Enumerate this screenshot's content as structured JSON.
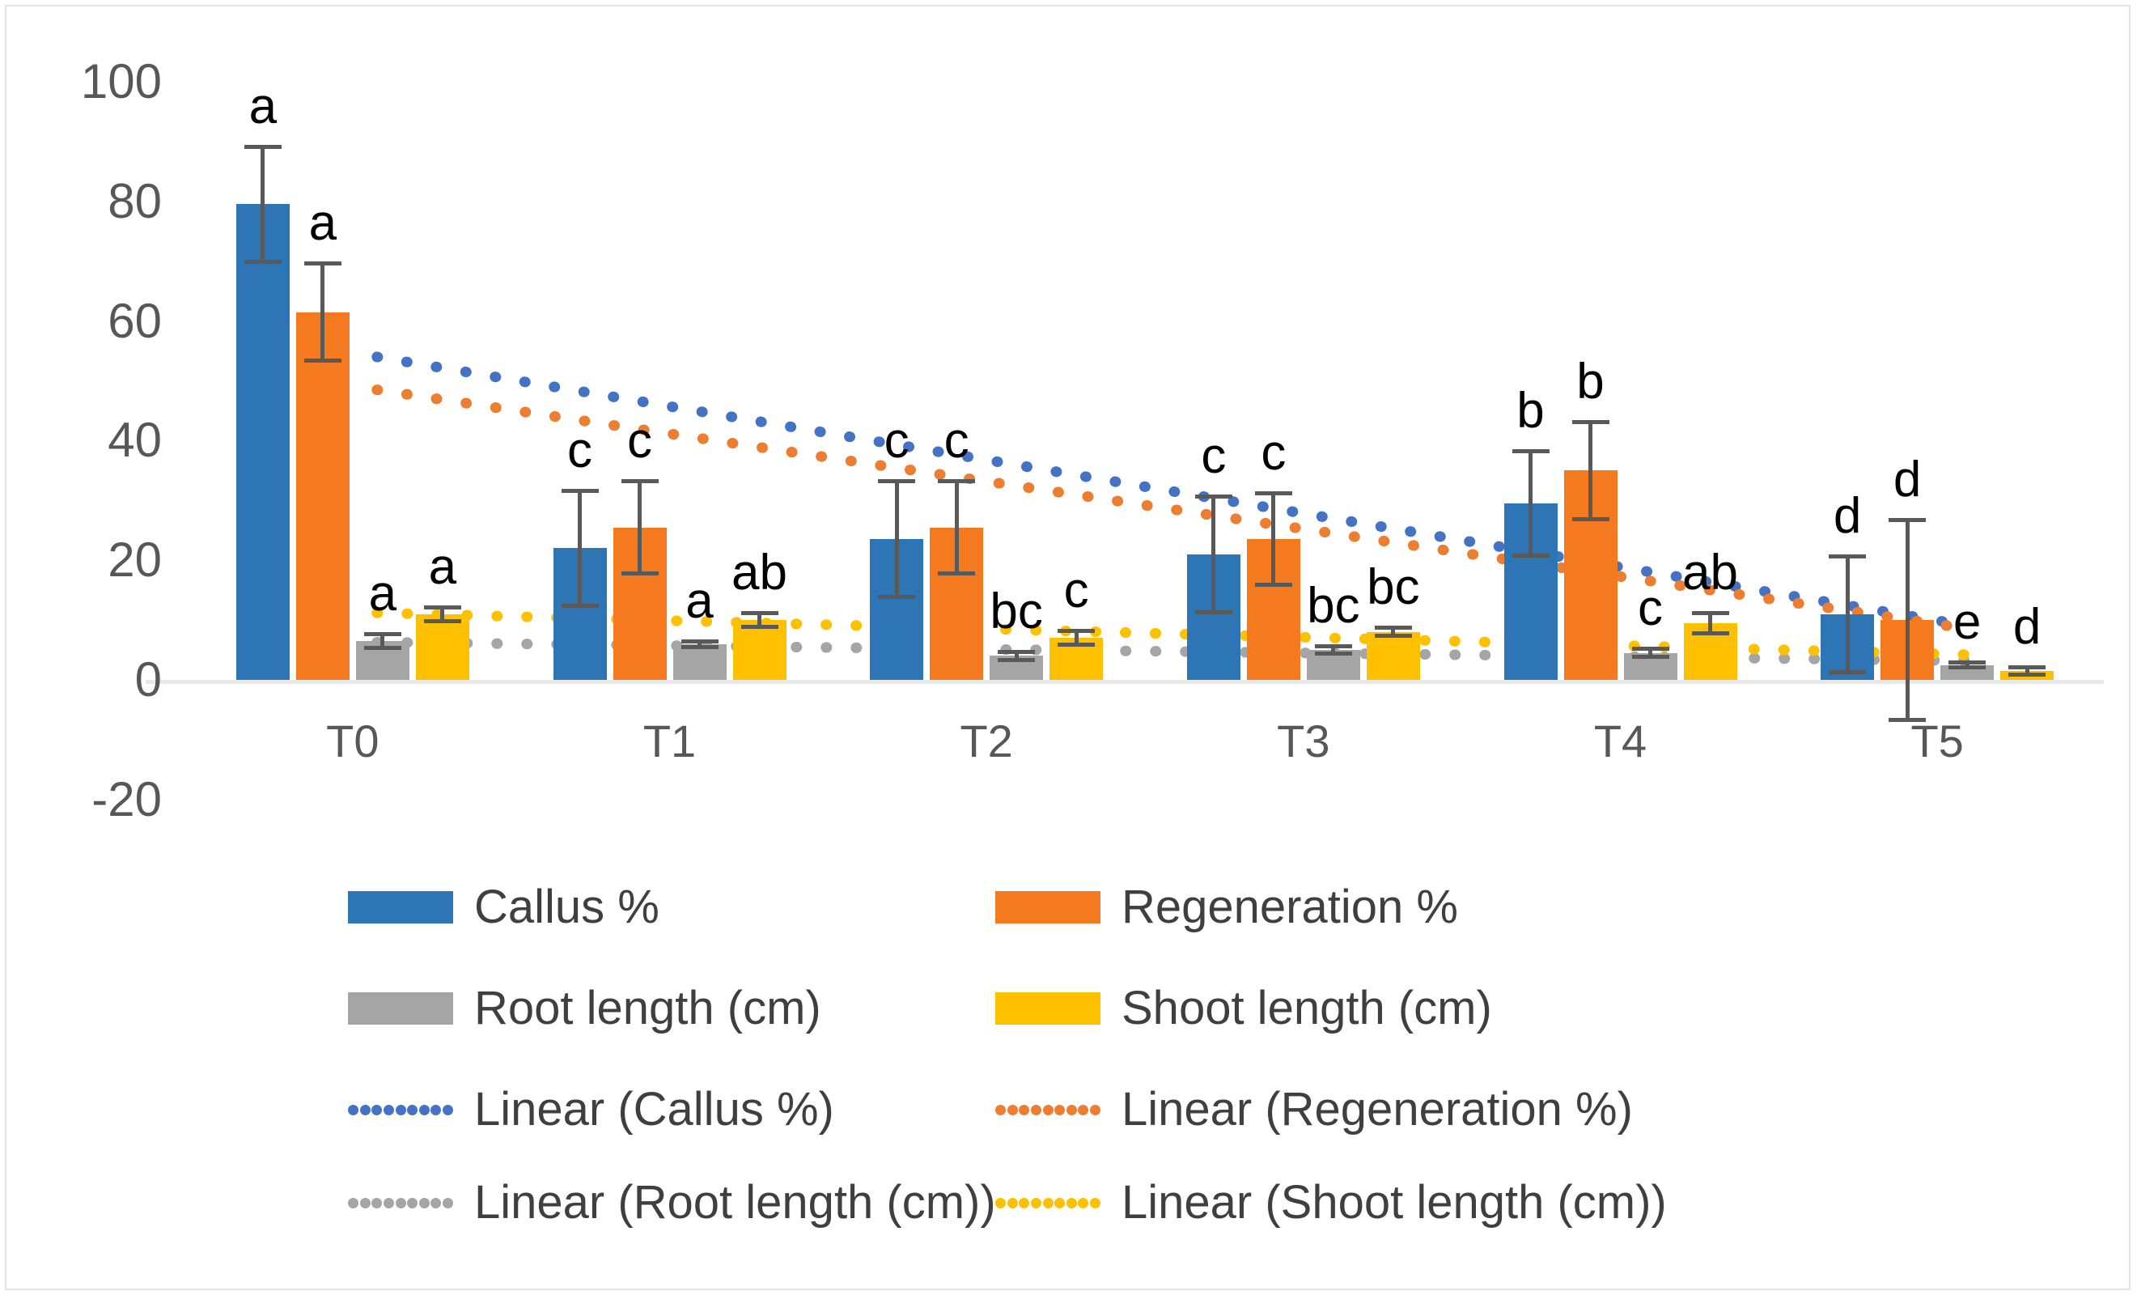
{
  "chart_data": {
    "type": "bar",
    "title": "",
    "subtitle": "",
    "xlabel": "",
    "ylabel": "",
    "categories": [
      "T0",
      "T1",
      "T2",
      "T3",
      "T4",
      "T5"
    ],
    "ylim": [
      -20,
      100
    ],
    "ytick_labels": [
      "100",
      "80",
      "60",
      "40",
      "20",
      "0",
      "-20"
    ],
    "ytick_values": [
      100,
      80,
      60,
      40,
      20,
      0,
      -20
    ],
    "grid": false,
    "legend_position": "bottom",
    "series": [
      {
        "name": "Callus %",
        "color": "#2E75B6",
        "values": [
          79.5,
          22.0,
          23.5,
          21.0,
          29.5,
          11.0
        ],
        "errors": [
          10.0,
          10.0,
          10.0,
          10.0,
          9.0,
          10.0
        ],
        "letters": [
          "a",
          "c",
          "c",
          "c",
          "b",
          "d"
        ]
      },
      {
        "name": "Regeneration %",
        "color": "#F4791F",
        "values": [
          61.5,
          25.5,
          25.5,
          23.5,
          35.0,
          10.0
        ],
        "errors": [
          8.5,
          8.0,
          8.0,
          8.0,
          8.5,
          17.0
        ],
        "letters": [
          "a",
          "c",
          "c",
          "c",
          "b",
          "d"
        ]
      },
      {
        "name": "Root length (cm)",
        "color": "#A5A5A5",
        "values": [
          6.5,
          6.0,
          4.0,
          5.0,
          4.5,
          2.5
        ],
        "errors": [
          1.5,
          0.8,
          1.0,
          1.0,
          1.0,
          0.8
        ],
        "letters": [
          "a",
          "a",
          "bc",
          "bc",
          "c",
          "e"
        ]
      },
      {
        "name": "Shoot length (cm)",
        "color": "#FFC000",
        "values": [
          11.0,
          10.0,
          7.0,
          8.0,
          9.5,
          1.5
        ],
        "errors": [
          1.5,
          1.5,
          1.5,
          1.0,
          2.0,
          1.0
        ],
        "letters": [
          "a",
          "ab",
          "c",
          "bc",
          "ab",
          "d"
        ]
      }
    ],
    "trendlines": [
      {
        "name": "Linear (Callus %)",
        "color": "#4472C4",
        "y_start": 54.0,
        "y_end": 9.0
      },
      {
        "name": "Linear (Regeneration %)",
        "color": "#ED7D31",
        "y_start": 48.5,
        "y_end": 8.5
      },
      {
        "name": "Linear (Root length (cm))",
        "color": "#A5A5A5",
        "y_start": 6.3,
        "y_end": 3.2
      },
      {
        "name": "Linear (Shoot length (cm))",
        "color": "#FFC000",
        "y_start": 11.2,
        "y_end": 4.2
      }
    ]
  },
  "legend": {
    "entries": [
      {
        "label": "Callus %",
        "kind": "bar",
        "color": "#2E75B6"
      },
      {
        "label": "Regeneration %",
        "kind": "bar",
        "color": "#F4791F"
      },
      {
        "label": "Root length (cm)",
        "kind": "bar",
        "color": "#A5A5A5"
      },
      {
        "label": "Shoot length (cm)",
        "kind": "bar",
        "color": "#FFC000"
      },
      {
        "label": "Linear (Callus %)",
        "kind": "line",
        "color": "#4472C4"
      },
      {
        "label": "Linear (Regeneration %)",
        "kind": "line",
        "color": "#ED7D31"
      },
      {
        "label": "Linear (Root length (cm))",
        "kind": "line",
        "color": "#A5A5A5"
      },
      {
        "label": "Linear (Shoot length (cm))",
        "kind": "line",
        "color": "#FFC000"
      }
    ]
  },
  "colors": {
    "callus": "#2E75B6",
    "regeneration": "#F4791F",
    "root": "#A5A5A5",
    "shoot": "#FFC000",
    "axis": "#e8e8e8",
    "text": "#575757",
    "error": "#595959",
    "border": "#e2e2e2"
  }
}
